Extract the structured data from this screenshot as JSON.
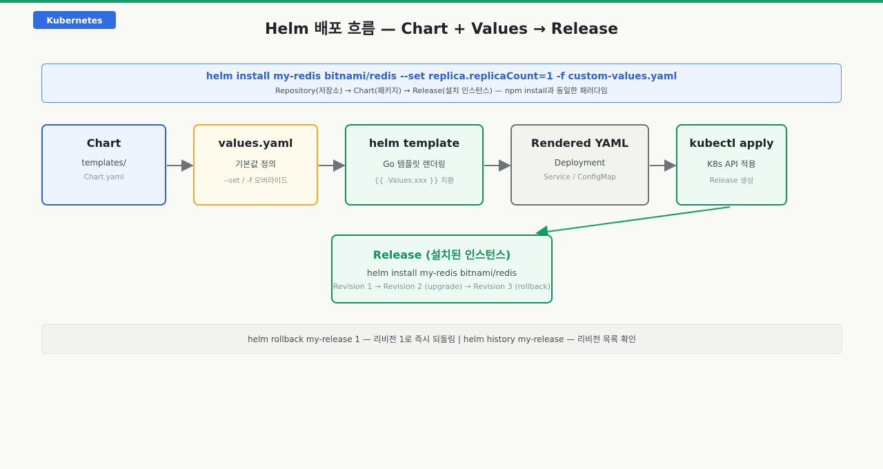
{
  "tag": "Kubernetes",
  "title": "Helm 배포 흐름 — Chart + Values → Release",
  "command": {
    "main": "helm install my-redis bitnami/redis --set replica.replicaCount=1 -f custom-values.yaml",
    "sub": "Repository(저장소) → Chart(패키지) → Release(설치 인스턴스) — npm install과 동일한 패러다임"
  },
  "nodes": [
    {
      "title": "Chart",
      "line1": "templates/",
      "line2": "Chart.yaml"
    },
    {
      "title": "values.yaml",
      "line1": "기본값 정의",
      "line2": "--set / -f 오버라이드"
    },
    {
      "title": "helm template",
      "line1": "Go 템플릿 렌더링",
      "line2": "{{ .Values.xxx }} 치환"
    },
    {
      "title": "Rendered YAML",
      "line1": "Deployment",
      "line2": "Service / ConfigMap"
    },
    {
      "title": "kubectl apply",
      "line1": "K8s API 적용",
      "line2": "Release 생성"
    }
  ],
  "release": {
    "title": "Release (설치된 인스턴스)",
    "line1": "helm install my-redis bitnami/redis",
    "line2": "Revision 1 → Revision 2 (upgrade) → Revision 3 (rollback)"
  },
  "footer": "helm rollback my-release 1 — 리비전 1로 즉시 되돌림 | helm history my-release — 리비전 목록 확인",
  "colors": {
    "accent_green": "#0f9d6b",
    "accent_blue": "#2f6de1",
    "values_orange": "#f0a82d",
    "neutral_gray": "#6e7378",
    "arrow_gray": "#6e7378"
  }
}
